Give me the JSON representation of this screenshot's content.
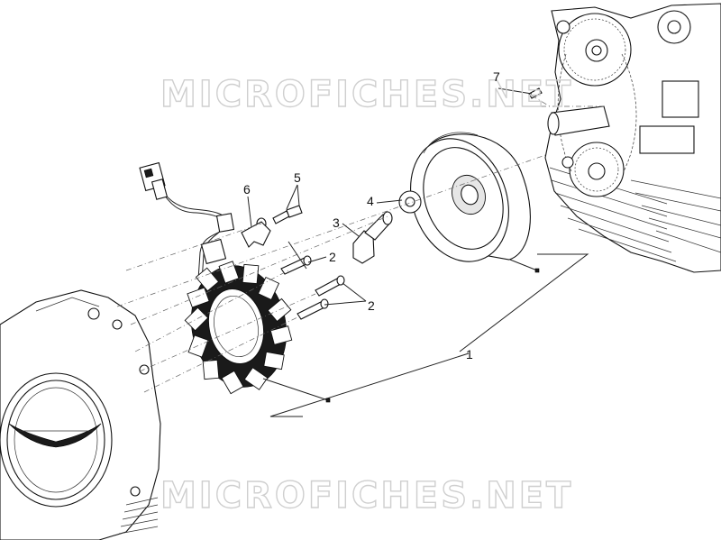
{
  "watermark": {
    "text": "MICROFICHES.NET"
  },
  "callouts": [
    {
      "id": "part-1",
      "label": "1"
    },
    {
      "id": "part-2-upper",
      "label": "2"
    },
    {
      "id": "part-2-lower",
      "label": "2"
    },
    {
      "id": "part-3",
      "label": "3"
    },
    {
      "id": "part-4",
      "label": "4"
    },
    {
      "id": "part-5",
      "label": "5"
    },
    {
      "id": "part-6",
      "label": "6"
    },
    {
      "id": "part-7",
      "label": "7"
    }
  ],
  "colors": {
    "line": "#111111",
    "watermark": "#cfcfcf",
    "background": "#ffffff"
  }
}
